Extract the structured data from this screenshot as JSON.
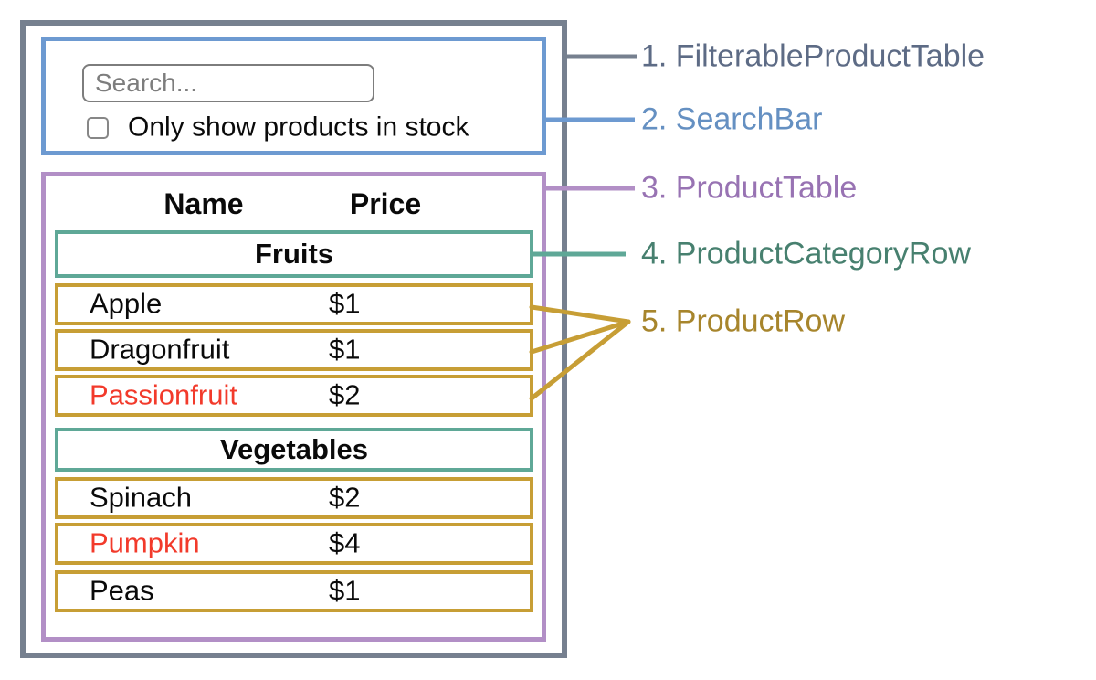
{
  "search_bar": {
    "search_placeholder": "Search...",
    "checkbox_label": "Only show products in stock",
    "checkbox_checked": false
  },
  "table": {
    "headers": {
      "name": "Name",
      "price": "Price"
    },
    "sections": [
      {
        "category": "Fruits",
        "rows": [
          {
            "name": "Apple",
            "price": "$1",
            "name_color": "#0a0a0a"
          },
          {
            "name": "Dragonfruit",
            "price": "$1",
            "name_color": "#0a0a0a"
          },
          {
            "name": "Passionfruit",
            "price": "$2",
            "name_color": "#f23a2b"
          }
        ]
      },
      {
        "category": "Vegetables",
        "rows": [
          {
            "name": "Spinach",
            "price": "$2",
            "name_color": "#0a0a0a"
          },
          {
            "name": "Pumpkin",
            "price": "$4",
            "name_color": "#f23a2b"
          },
          {
            "name": "Peas",
            "price": "$1",
            "name_color": "#0a0a0a"
          }
        ]
      }
    ]
  },
  "legend": [
    {
      "label": "1. FilterableProductTable",
      "color": "#5d6b85"
    },
    {
      "label": "2. SearchBar",
      "color": "#6590c2"
    },
    {
      "label": "3. ProductTable",
      "color": "#9873b3"
    },
    {
      "label": "4. ProductCategoryRow",
      "color": "#47806f"
    },
    {
      "label": "5. ProductRow",
      "color": "#a7852c"
    }
  ],
  "colors": {
    "filterable_product_table_border": "#76808f",
    "search_bar_border": "#6d9ad1",
    "product_table_border": "#b28fc6",
    "product_category_row_border": "#5fa897",
    "product_row_border": "#c79e35",
    "out_of_stock_text": "#f23a2b"
  }
}
